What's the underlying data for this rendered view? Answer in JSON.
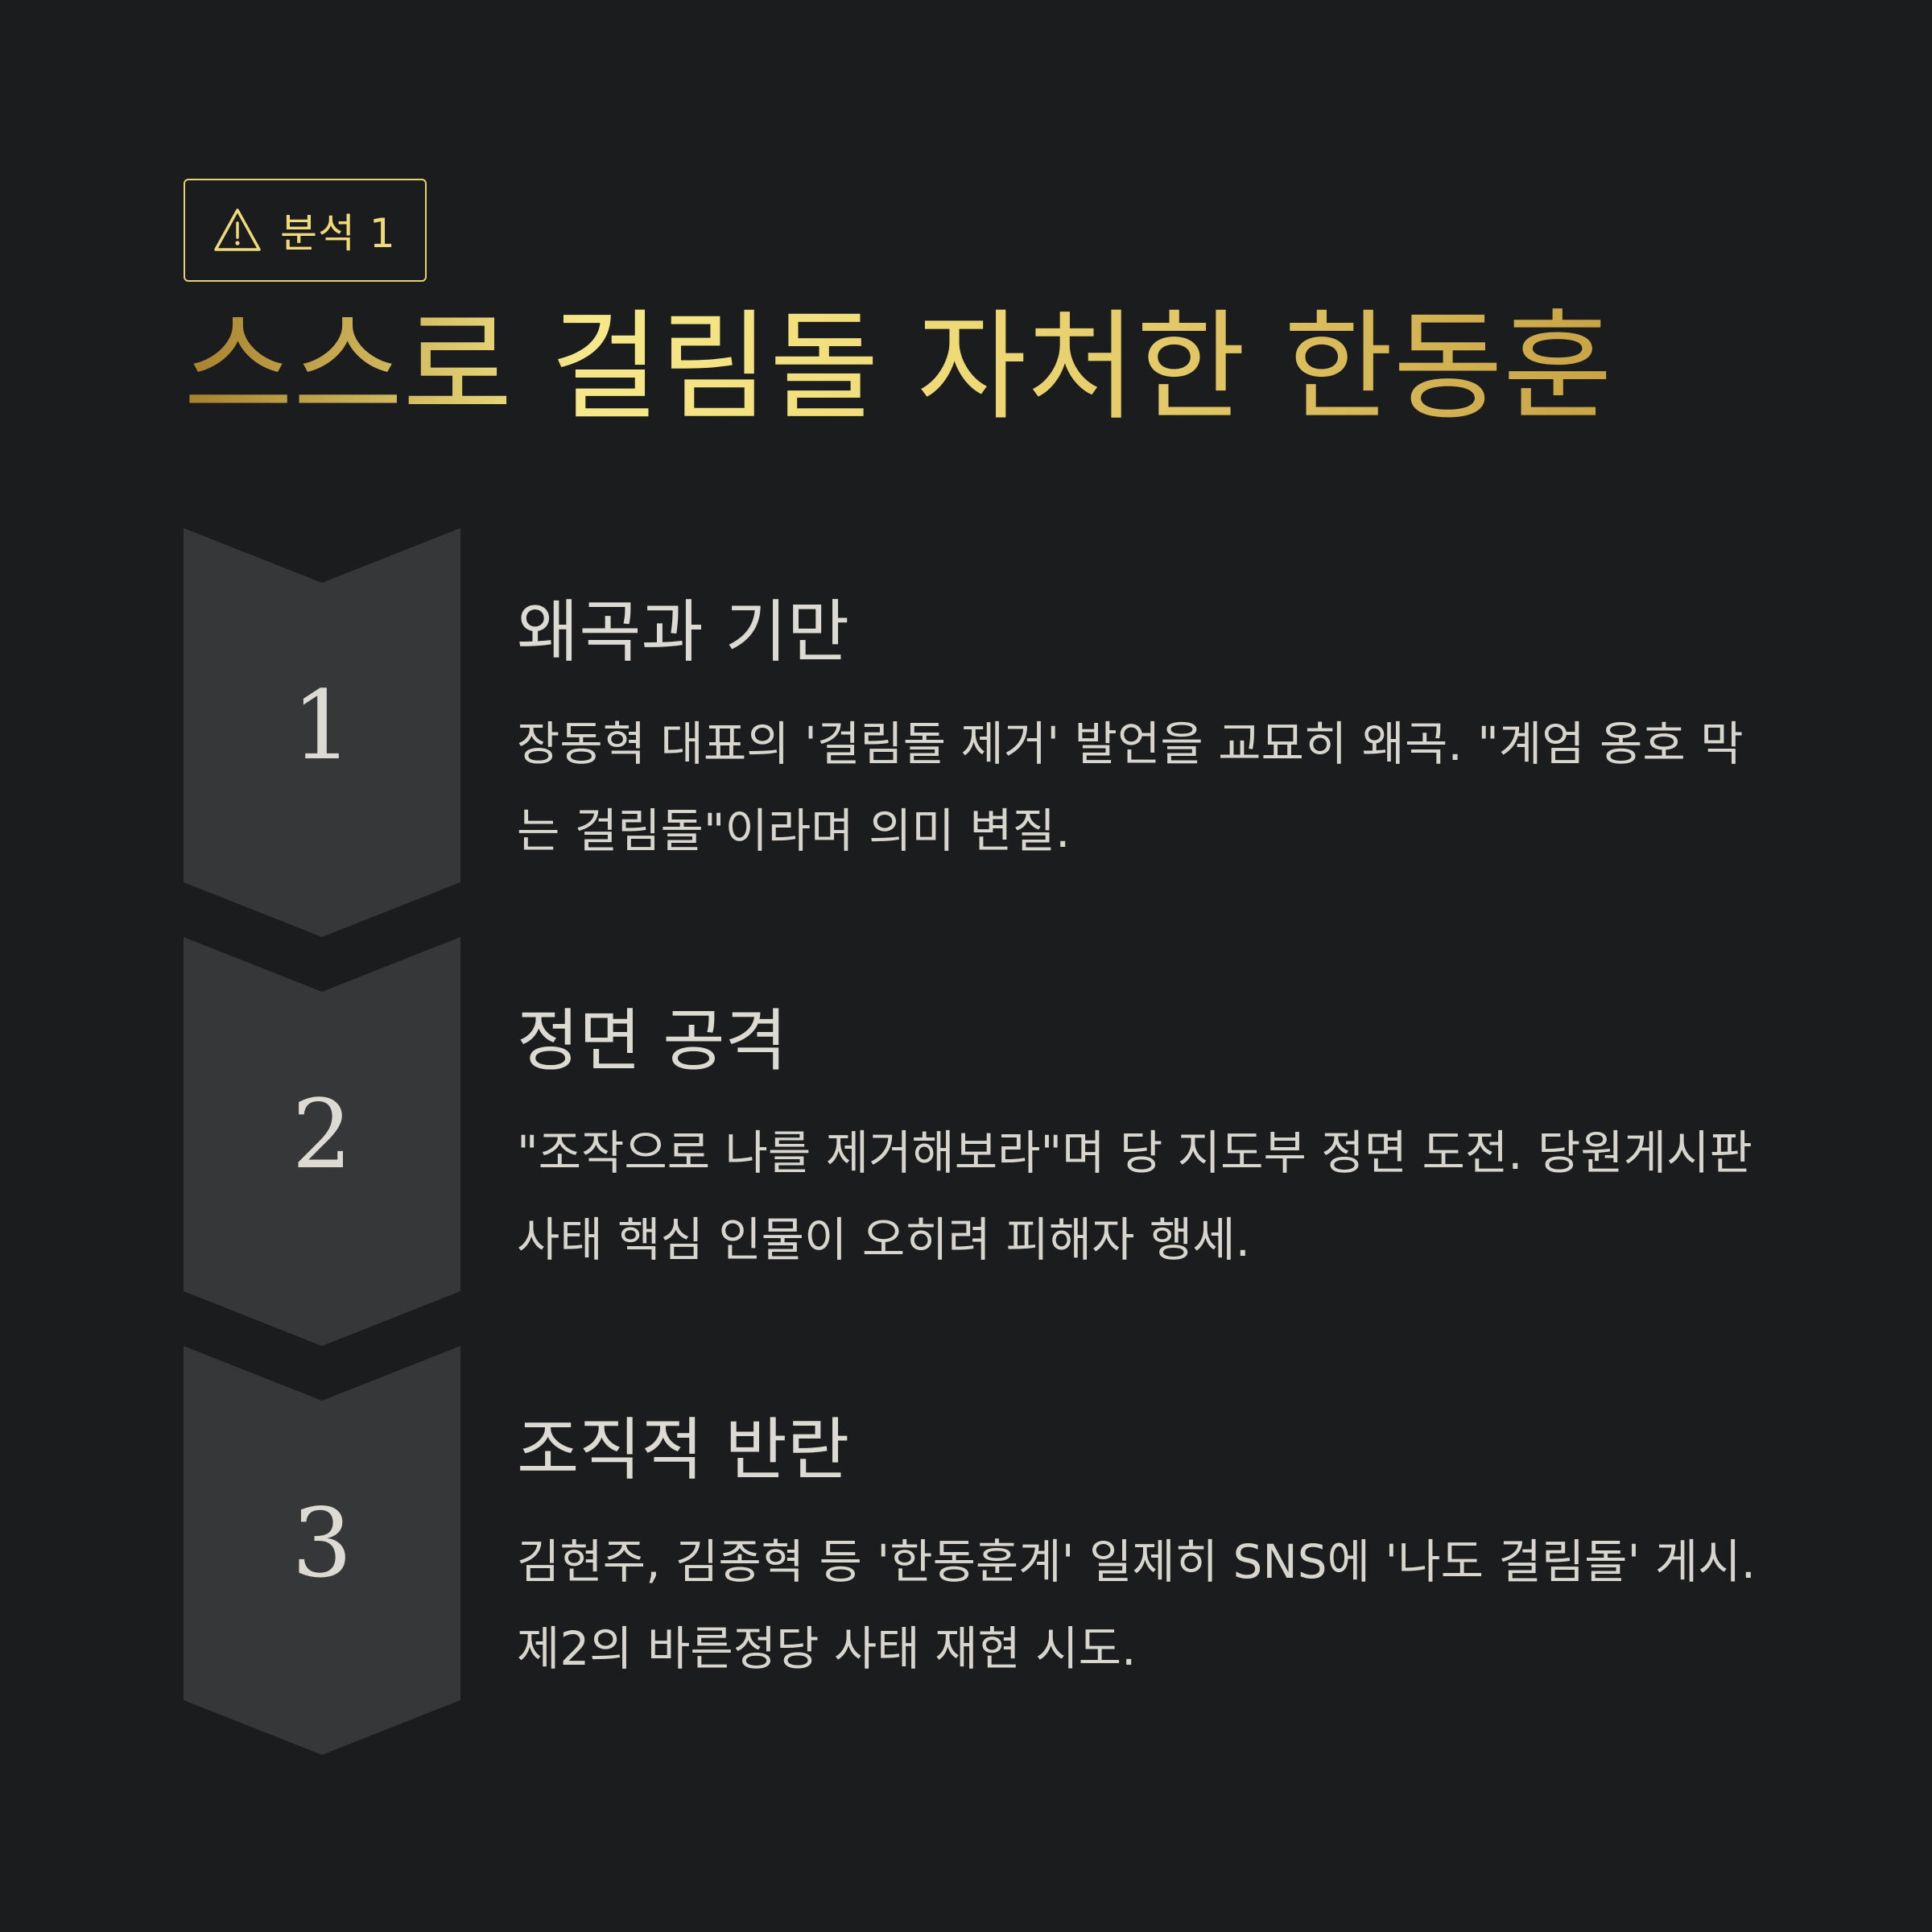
{
  "badge": {
    "icon": "warning-triangle-icon",
    "label": "분석 1"
  },
  "title": "스스로 걸림돌 자처한 한동훈",
  "colors": {
    "background": "#1b1c1e",
    "accent_gold": "#f0d97a",
    "step_shape": "#363739",
    "text": "#dcdad2"
  },
  "steps": [
    {
      "number": "1",
      "heading": "왜곡과 기만",
      "body": "장동혁 대표의 '걸림돌 제거' 발언을 교묘히 왜곡. \"계엄 옹호 막는 걸림돌\"이라며 의미 변질."
    },
    {
      "number": "2",
      "heading": "정면 공격",
      "body": "\"조작으로 나를 제거해보라\"며 당 지도부 정면 도전. 당원게시판 사태 핵심 인물이 오히려 피해자 행세."
    },
    {
      "number": "3",
      "heading": "조직적 반란",
      "body": "김현주, 김종혁 등 '한동훈계' 일제히 SNS에 '나도 걸림돌' 게시. 제2의 바른정당 사태 재현 시도."
    }
  ]
}
